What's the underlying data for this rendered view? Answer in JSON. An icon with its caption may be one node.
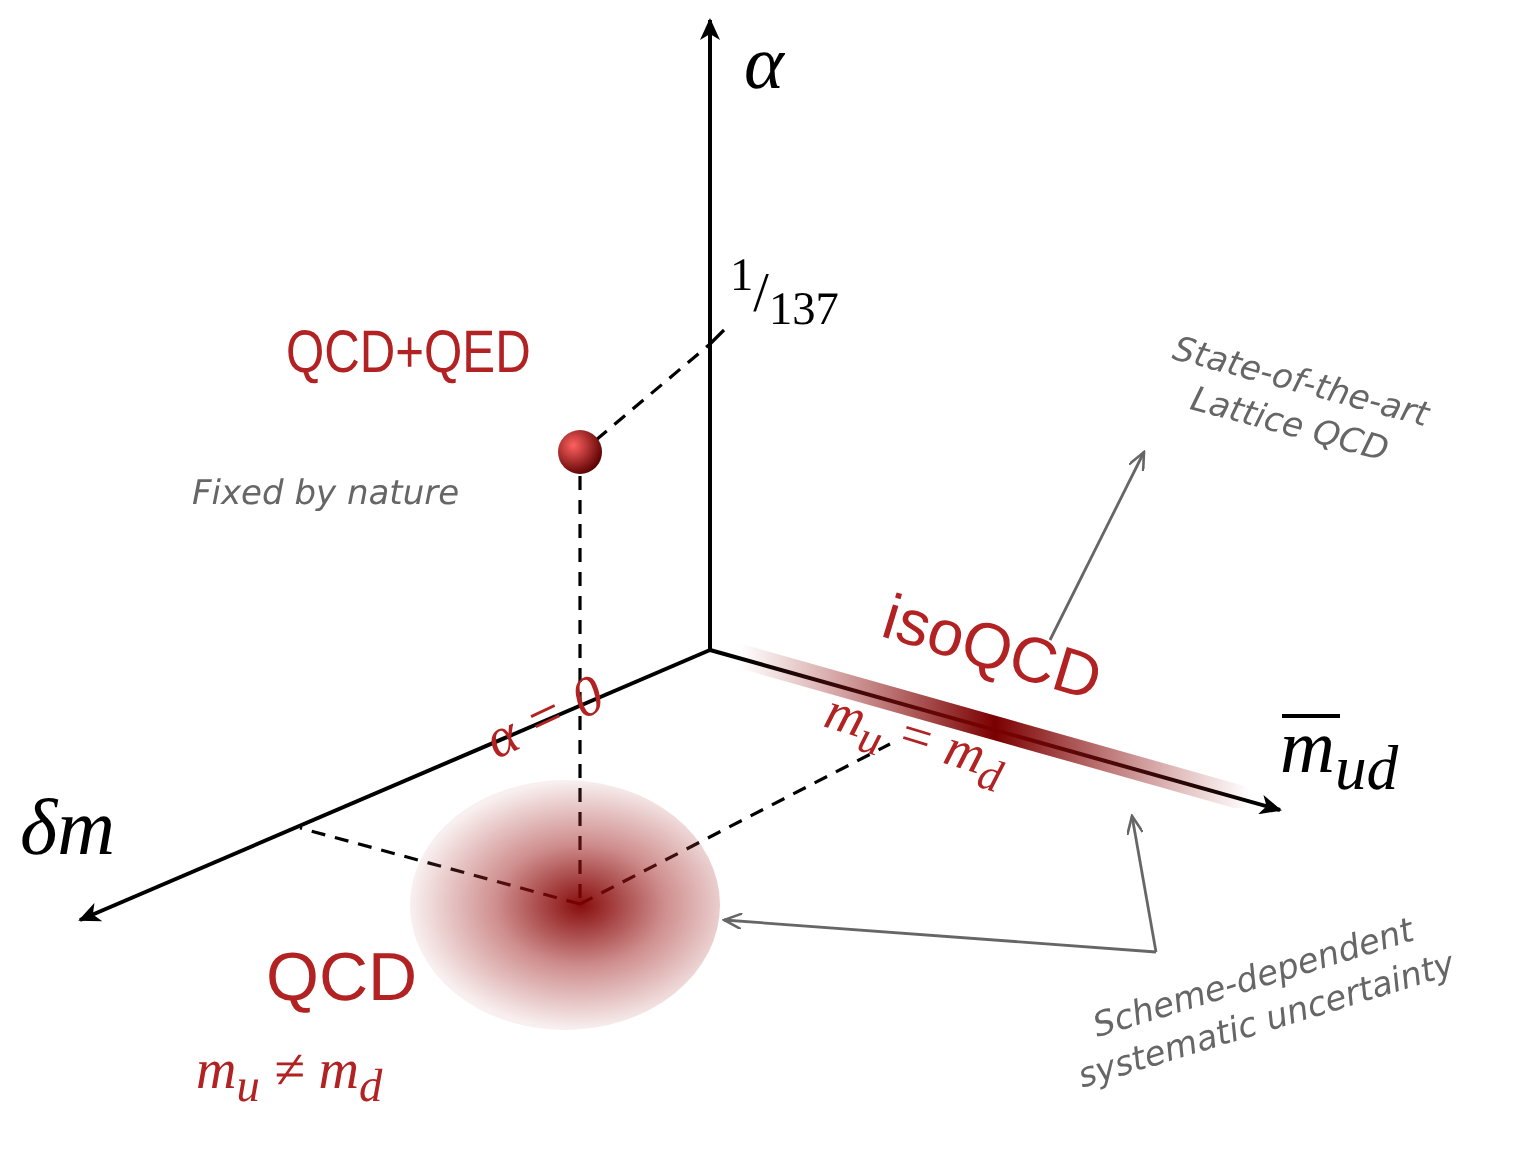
{
  "diagram": {
    "nodes": [
      {
        "text": [
          "Scheme-dependent systematic uncertainty"
        ]
      },
      {
        "text": [],
        "shape": "circle"
      },
      {
        "text": [],
        "shape": "bar"
      },
      {
        "text": [
          "State-of-the-art Lattice QCD"
        ]
      }
    ],
    "edges": [
      {
        "from": 0,
        "to": 1,
        "arrow": "to"
      },
      {
        "from": 0,
        "to": 2,
        "arrow": "to"
      },
      {
        "from": 2,
        "to": 3,
        "arrow": "to"
      }
    ],
    "labels": [
      "α",
      "$^{1}$/$_{137}$",
      "QCD+QED",
      "Fixed by nature",
      "α = 0",
      "isoQCD",
      "m$_{u}$ = m$_{d}$",
      "m$_{ud}$",
      "δm",
      "QCD",
      "m$_{u}$ ≠ m$_{d}$"
    ]
  }
}
